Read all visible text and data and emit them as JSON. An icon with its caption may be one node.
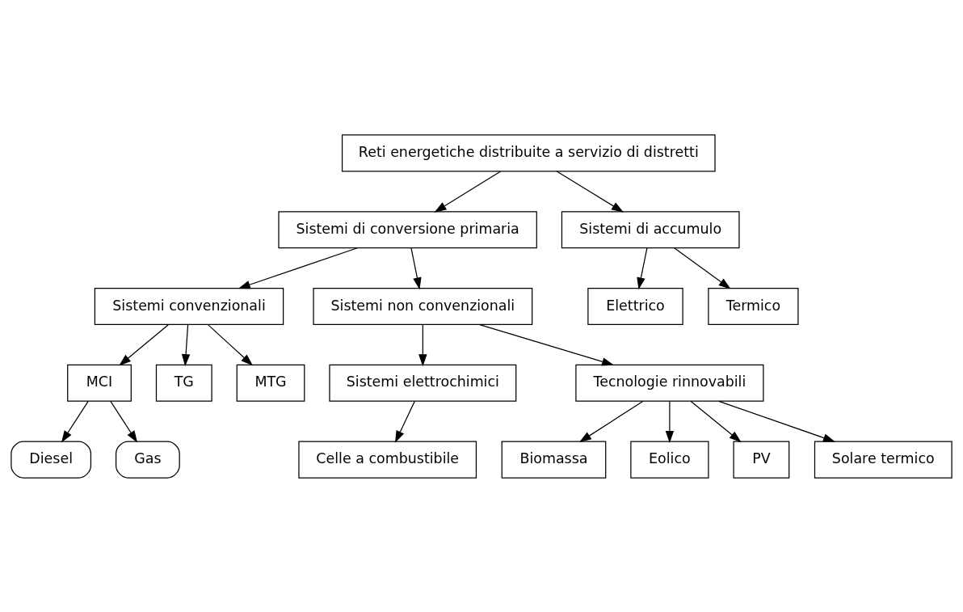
{
  "diagram": {
    "nodes": [
      {
        "text": [
          "Reti energetiche distribuite a servizio di distretti"
        ]
      },
      {
        "text": [
          "Sistemi di conversione primaria"
        ]
      },
      {
        "text": [
          "Sistemi di accumulo"
        ]
      },
      {
        "text": [
          "Sistemi convenzionali"
        ]
      },
      {
        "text": [
          "Sistemi non convenzionali"
        ]
      },
      {
        "text": [
          "Elettrico"
        ]
      },
      {
        "text": [
          "Termico"
        ]
      },
      {
        "text": [
          "MCI"
        ]
      },
      {
        "text": [
          "TG"
        ]
      },
      {
        "text": [
          "MTG"
        ]
      },
      {
        "text": [
          "Sistemi elettrochimici"
        ]
      },
      {
        "text": [
          "Tecnologie rinnovabili"
        ]
      },
      {
        "text": [
          "Biomassa"
        ]
      },
      {
        "text": [
          "Diesel"
        ]
      },
      {
        "text": [
          "Gas"
        ]
      },
      {
        "text": [
          "Eolico"
        ]
      },
      {
        "text": [
          "Celle a combustibile"
        ]
      },
      {
        "text": [
          "PV"
        ]
      },
      {
        "text": [
          "Solare termico"
        ]
      }
    ],
    "edges": [
      {
        "from": 0,
        "to": 1,
        "arrow": "to"
      },
      {
        "from": 0,
        "to": 2,
        "arrow": "to"
      },
      {
        "from": 1,
        "to": 3,
        "arrow": "to"
      },
      {
        "from": 1,
        "to": 4,
        "arrow": "to"
      },
      {
        "from": 2,
        "to": 5,
        "arrow": "to"
      },
      {
        "from": 2,
        "to": 6,
        "arrow": "to"
      },
      {
        "from": 3,
        "to": 7,
        "arrow": "to"
      },
      {
        "from": 3,
        "to": 8,
        "arrow": "to"
      },
      {
        "from": 3,
        "to": 9,
        "arrow": "to"
      },
      {
        "from": 4,
        "to": 10,
        "arrow": "to"
      },
      {
        "from": 4,
        "to": 11,
        "arrow": "to"
      },
      {
        "from": 11,
        "to": 12,
        "arrow": "to"
      },
      {
        "from": 7,
        "to": 13,
        "arrow": "to"
      },
      {
        "from": 7,
        "to": 14,
        "arrow": "to"
      },
      {
        "from": 11,
        "to": 15,
        "arrow": "to"
      },
      {
        "from": 10,
        "to": 16,
        "arrow": "to"
      },
      {
        "from": 11,
        "to": 17,
        "arrow": "to"
      },
      {
        "from": 11,
        "to": 18,
        "arrow": "to"
      }
    ]
  }
}
